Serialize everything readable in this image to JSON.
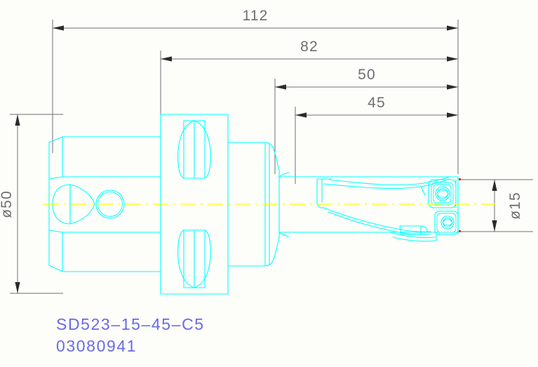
{
  "drawing": {
    "type": "technical-cad-drawing",
    "subject": "indexable insert drill with C5 modular shank",
    "background_color": "#fdfdfa",
    "part_color": "#00ffff",
    "dimension_color": "#6f6f6f",
    "centerline_color": "#ffff00",
    "label_color": "#6a6ae8"
  },
  "dimensions": {
    "overall_length": {
      "value": "112",
      "unit_implied": "mm",
      "orientation": "horizontal",
      "position": "top"
    },
    "length_from_flange": {
      "value": "82",
      "unit_implied": "mm",
      "orientation": "horizontal"
    },
    "length_mid": {
      "value": "50",
      "unit_implied": "mm",
      "orientation": "horizontal"
    },
    "flute_length": {
      "value": "45",
      "unit_implied": "mm",
      "orientation": "horizontal"
    },
    "shank_diameter": {
      "value": "ø50",
      "unit_implied": "mm",
      "orientation": "vertical",
      "position": "left"
    },
    "drill_diameter": {
      "value": "ø15",
      "unit_implied": "mm",
      "orientation": "vertical",
      "position": "right"
    }
  },
  "labels": {
    "part_number": "SD523–15–45–C5",
    "order_code": "03080941"
  }
}
